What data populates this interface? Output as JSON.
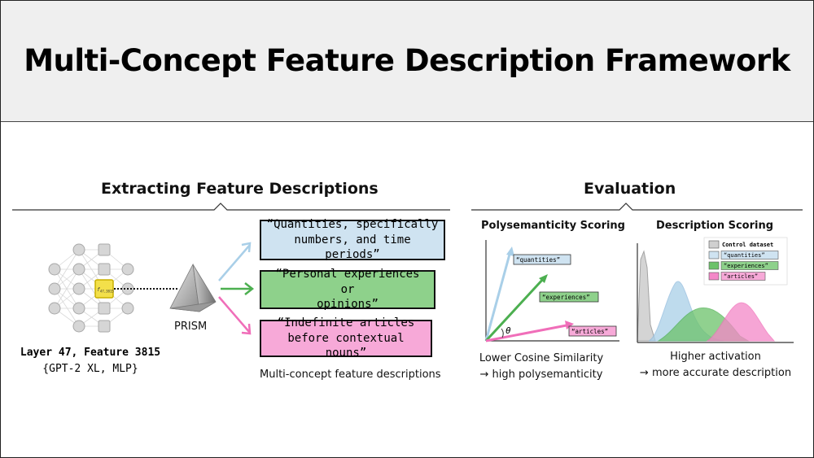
{
  "title": "Multi-Concept Feature Description Framework",
  "extract": {
    "heading": "Extracting Feature Descriptions",
    "layer_label": "Layer 47, Feature 3815",
    "model_label": "{GPT-2 XL, MLP}",
    "neuron_label": "f",
    "neuron_subscript": "47,3815",
    "prism_label": "PRISM",
    "descriptions": [
      {
        "line1": "“Quantities, specifically",
        "line2": "numbers, and time periods”",
        "color": "#cfe3f1"
      },
      {
        "line1": "“Personal experiences or",
        "line2": "opinions”",
        "color": "#8ed18b"
      },
      {
        "line1": "“Indefinite articles",
        "line2": "before contextual nouns”",
        "color": "#f7a9d8"
      }
    ],
    "descriptions_caption": "Multi-concept feature descriptions"
  },
  "evaluation": {
    "heading": "Evaluation",
    "poly": {
      "title": "Polysemanticity Scoring",
      "vectors": [
        "“quantities”",
        "“experiences”",
        "“articles”"
      ],
      "theta": "θ",
      "caption_line1": "Lower Cosine Similarity",
      "caption_line2": "→ high polysemanticity"
    },
    "desc": {
      "title": "Description Scoring",
      "legend": [
        "Control dataset",
        "“quantities”",
        "“experiences”",
        "“articles”"
      ],
      "caption_line1": "Higher activation",
      "caption_line2": "→ more accurate description"
    }
  },
  "colors": {
    "blue": "#a9cfe8",
    "green": "#4caf50",
    "pink": "#f06eb9",
    "grey": "#cfcfcf",
    "yellow": "#f3e04a"
  }
}
